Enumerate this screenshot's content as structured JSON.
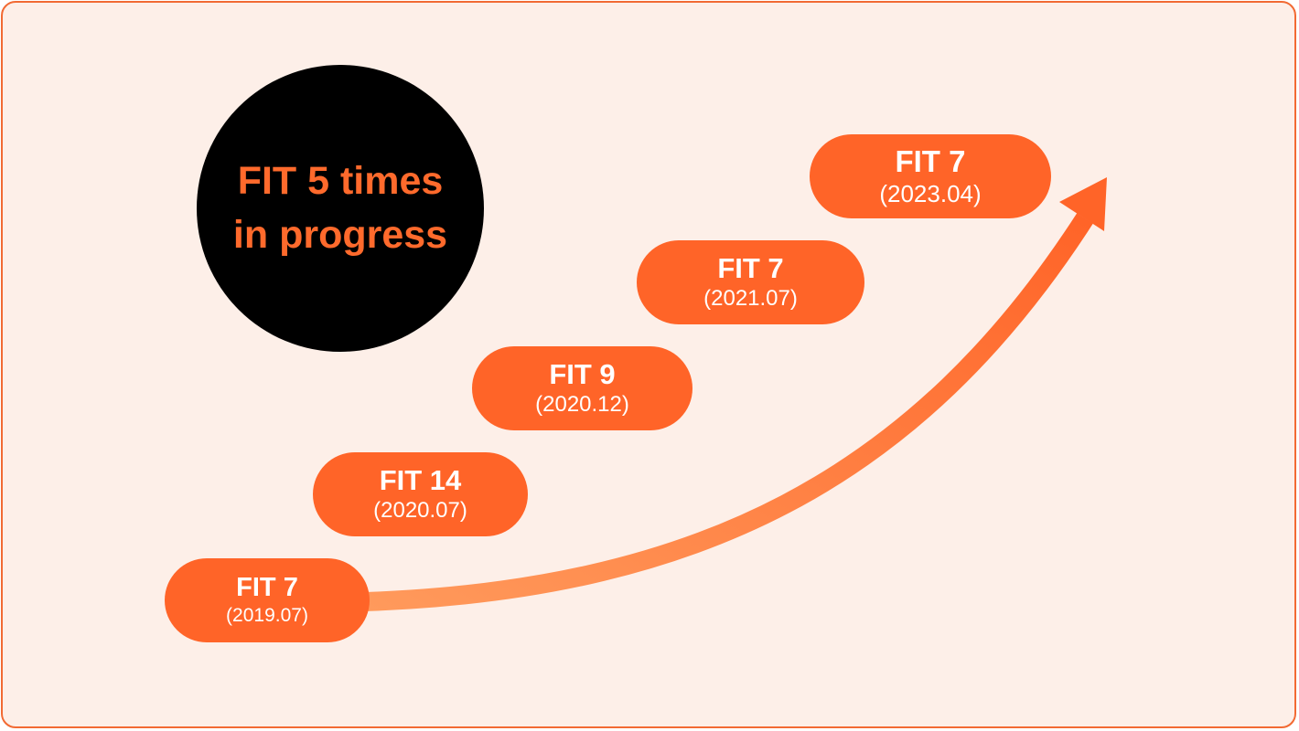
{
  "badge": {
    "line1": "FIT 5 times",
    "line2": "in progress"
  },
  "colors": {
    "frame_border": "#f26a33",
    "background": "#fdefe8",
    "badge_fill": "#000000",
    "badge_text": "#ff6a2c",
    "pill_fill": "#ff6428",
    "pill_text": "#ffffff",
    "arrow_start": "#ff9a5c",
    "arrow_end": "#ff6428"
  },
  "milestones": [
    {
      "label": "FIT 7",
      "date": "(2019.07)"
    },
    {
      "label": "FIT 14",
      "date": "(2020.07)"
    },
    {
      "label": "FIT 9",
      "date": "(2020.12)"
    },
    {
      "label": "FIT 7",
      "date": "(2021.07)"
    },
    {
      "label": "FIT 7",
      "date": "(2023.04)"
    }
  ]
}
